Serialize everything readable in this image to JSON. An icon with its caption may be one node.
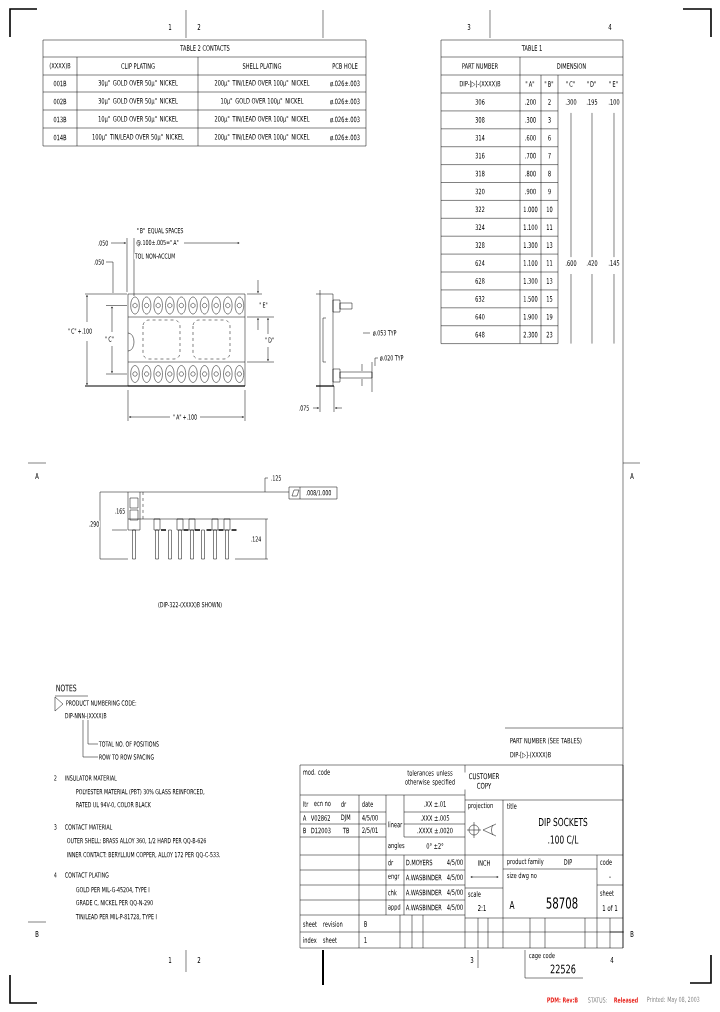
{
  "diagram": {
    "nodes": [
      {
        "text": [
          "DIP-NNN-(XXXX)B"
        ]
      },
      {
        "text": [
          "TOTAL NO. OF POSITIONS"
        ]
      },
      {
        "text": [
          "ROW TO ROW SPACING"
        ]
      }
    ],
    "edges": [
      {
        "from": 0,
        "to": 1,
        "arrow": "none"
      },
      {
        "from": 0,
        "to": 2,
        "arrow": "none"
      }
    ],
    "labels": [
      "1",
      "2",
      "3",
      "4",
      "TABLE 2 CONTACTS",
      "(XXXX)B",
      "CLIP PLATING",
      "SHELL PLATING",
      "PCB HOLE",
      "001B",
      "30µ\" GOLD OVER 50µ\" NICKEL",
      "200µ\" TIN/LEAD OVER 100µ\" NICKEL",
      "ø.026±.003",
      "002B",
      "30µ\" GOLD OVER 50µ\" NICKEL",
      "10µ\" GOLD OVER 100µ\" NICKEL",
      "ø.026±.003",
      "013B",
      "10µ\" GOLD OVER 50µ\" NICKEL",
      "200µ\" TIN/LEAD OVER 100µ\" NICKEL",
      "ø.026±.003",
      "014B",
      "100µ\" TIN/LEAD OVER 50µ\" NICKEL",
      "200µ\" TIN/LEAD OVER 100µ\" NICKEL",
      "ø.026±.003",
      "TABLE 1",
      "PART NUMBER",
      "DIMENSION",
      "DIP-[▷]-(XXXX)B",
      "\"A\"",
      "\"B\"",
      "\"C\"",
      "\"D\"",
      "\"E\"",
      "306",
      ".200",
      "2",
      ".300",
      ".195",
      ".100",
      "308",
      ".300",
      "3",
      "314",
      ".600",
      "6",
      "316",
      ".700",
      "7",
      "318",
      ".800",
      "8",
      "320",
      ".900",
      "9",
      "322",
      "1.000",
      "10",
      "324",
      "1.100",
      "11",
      "328",
      "1.300",
      "13",
      "624",
      "1.100",
      "11",
      ".600",
      ".420",
      ".145",
      "628",
      "1.300",
      "13",
      "632",
      "1.500",
      "15",
      "640",
      "1.900",
      "19",
      "648",
      "2.300",
      "23",
      "\"B\" EQUAL SPACES",
      "@.100±.005=\"A\"",
      "TOL NON-ACCUM",
      ".050",
      ".050",
      "\"C\"+.100",
      "\"C\"",
      "\"E\"",
      "\"D\"",
      "\"A\"+.100",
      "ø.053 TYP",
      "ø.020 TYP",
      ".075",
      ".125",
      ".008/1.000",
      ".290",
      ".165",
      ".124",
      "(DIP-322-(XXXX)B SHOWN)",
      "NOTES",
      "PRODUCT NUMBERING CODE:",
      "2",
      "INSULATOR MATERIAL",
      "POLYESTER MATERIAL (PBT) 30% GLASS REINFORCED,",
      "RATED UL 94V-0, COLOR BLACK",
      "3",
      "CONTACT MATERIAL",
      "OUTER SHELL: BRASS ALLOY 360, 1/2 HARD PER QQ-B-626",
      "INNER CONTACT: BERYLLIUM COPPER, ALLOY 172 PER QQ-C-533.",
      "4",
      "CONTACT PLATING",
      "GOLD PER MIL-G-45204, TYPE I",
      "GRADE C, NICKEL PER QQ-N-290",
      "TIN/LEAD PER MIL-P-81728, TYPE I",
      "A",
      "A",
      "PART NUMBER (SEE TABLES)",
      "DIP-[▷]-(XXXX)B",
      "mod. code",
      "tolerances unless otherwise specified",
      "CUSTOMER COPY",
      "ltr",
      "ecn no",
      "dr",
      "date",
      ".XX ±.01",
      "A",
      "V02862",
      "DJM",
      "4/5/00",
      "linear",
      ".XXX ±.005",
      "B",
      "D12003",
      "TB",
      "2/5/01",
      ".XXXX ±.0020",
      "angles",
      "0° ±2°",
      "projection",
      "title",
      "DIP SOCKETS",
      ".100 C/L",
      "dr",
      "D.MOYERS",
      "4/5/00",
      "engr",
      "A.WASBINDER",
      "4/5/00",
      "chk",
      "A.WASBINDER",
      "4/5/00",
      "appd",
      "A.WASBINDER",
      "4/5/00",
      "INCH",
      "product family",
      "DIP",
      "code",
      "size dwg no",
      "-",
      "scale",
      "2:1",
      "A",
      "58708",
      "sheet",
      "1 of 1",
      "sheet",
      "revision",
      "B",
      "index",
      "sheet",
      "1",
      "B",
      "B",
      "1",
      "2",
      "3",
      "cage code",
      "22526",
      "4",
      "PDM: Rev:B",
      "STATUS:",
      "Released",
      "Printed: May 08, 2003"
    ]
  }
}
